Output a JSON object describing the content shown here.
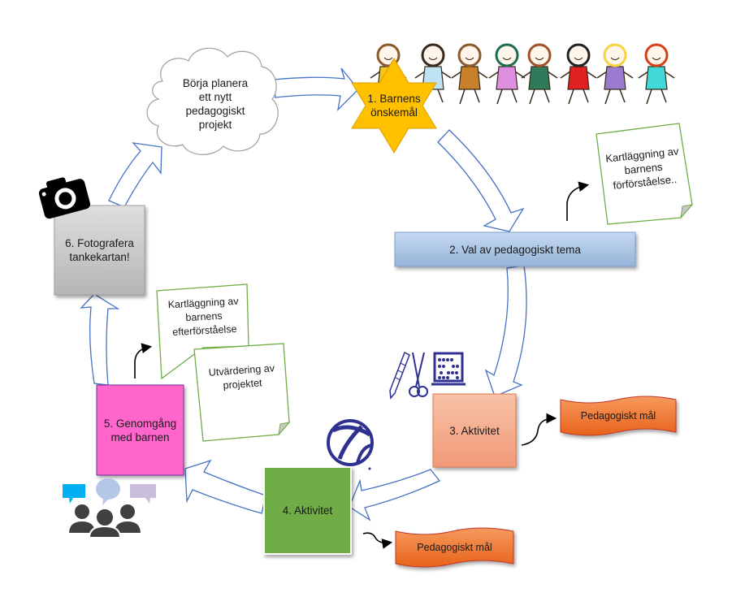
{
  "diagram": {
    "title": "",
    "colors": {
      "arrow_stroke": "#4472c4",
      "star_fill": "#ffc000",
      "star_stroke": "#d9a000",
      "theme_box_top": "#c5d9f1",
      "theme_box_bottom": "#95b3d7",
      "activity3_fill": "#f4a582",
      "activity4_fill": "#70ad47",
      "review_fill": "#ff66cc",
      "photo_fill": "#c8c8c8",
      "goal_fill": "#f07a2a",
      "note_border": "#70ad47",
      "icon_blue": "#2e3192",
      "people_gray": "#404040",
      "bubble_cyan": "#00b0f0",
      "bubble_lightblue": "#b4c7e7",
      "bubble_lavender": "#c9bfdc"
    },
    "cloud": {
      "text": "Börja planera\nett nytt\npedagogiskt\nprojekt"
    },
    "steps": [
      {
        "id": 1,
        "text": "1. Barnens\nönskemål",
        "shape": "star"
      },
      {
        "id": 2,
        "text": "2. Val av  pedagogiskt tema",
        "shape": "rectangle"
      },
      {
        "id": 3,
        "text": "3. Aktivitet",
        "shape": "square"
      },
      {
        "id": 4,
        "text": "4. Aktivitet",
        "shape": "square"
      },
      {
        "id": 5,
        "text": "5. Genomgång\nmed barnen",
        "shape": "square"
      },
      {
        "id": 6,
        "text": "6. Fotografera\ntankekartan!",
        "shape": "square"
      }
    ],
    "notes": [
      {
        "text": "Kartläggning av\nbarnens\nförförståelse..",
        "attached_to": 2
      },
      {
        "text": "Kartläggning av\nbarnens\nefterförståelse",
        "attached_to": 5
      },
      {
        "text": "Utvärdering av\nprojektet",
        "attached_to": 5
      }
    ],
    "goals": [
      {
        "text": "Pedagogiskt mål",
        "attached_to": 3
      },
      {
        "text": "Pedagogiskt mål",
        "attached_to": 4
      }
    ],
    "illustrations": [
      {
        "name": "children-holding-hands",
        "near_step": 1
      },
      {
        "name": "school-supplies",
        "items": [
          "pencil-icon",
          "scissors-icon",
          "abacus-icon"
        ],
        "near_step": 3
      },
      {
        "name": "volleyball-icon",
        "near_step": 4
      },
      {
        "name": "discussion-group-icon",
        "near_step": 5
      },
      {
        "name": "camera-icon",
        "near_step": 6
      }
    ],
    "flow": [
      "cloud",
      1,
      2,
      3,
      4,
      5,
      6,
      "cloud"
    ]
  }
}
